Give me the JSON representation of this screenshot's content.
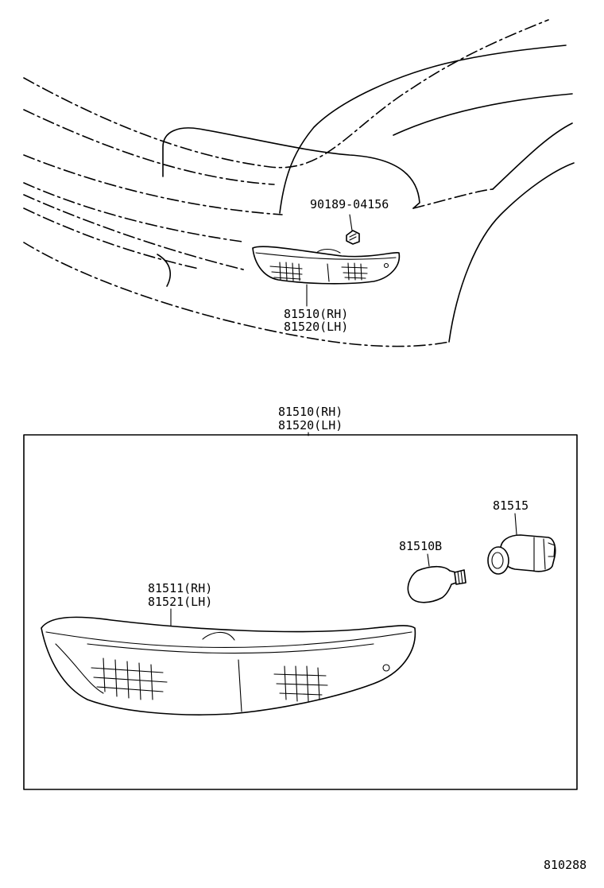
{
  "diagram": {
    "ink_color": "#000000",
    "background_color": "#ffffff",
    "labels": {
      "clip_part": "90189-04156",
      "assembly_top_rh": "81510(RH)",
      "assembly_top_lh": "81520(LH)",
      "assembly_box_rh": "81510(RH)",
      "assembly_box_lh": "81520(LH)",
      "lens_rh": "81511(RH)",
      "lens_lh": "81521(LH)",
      "bulb": "81510B",
      "socket": "81515",
      "figure_id": "810288"
    }
  }
}
